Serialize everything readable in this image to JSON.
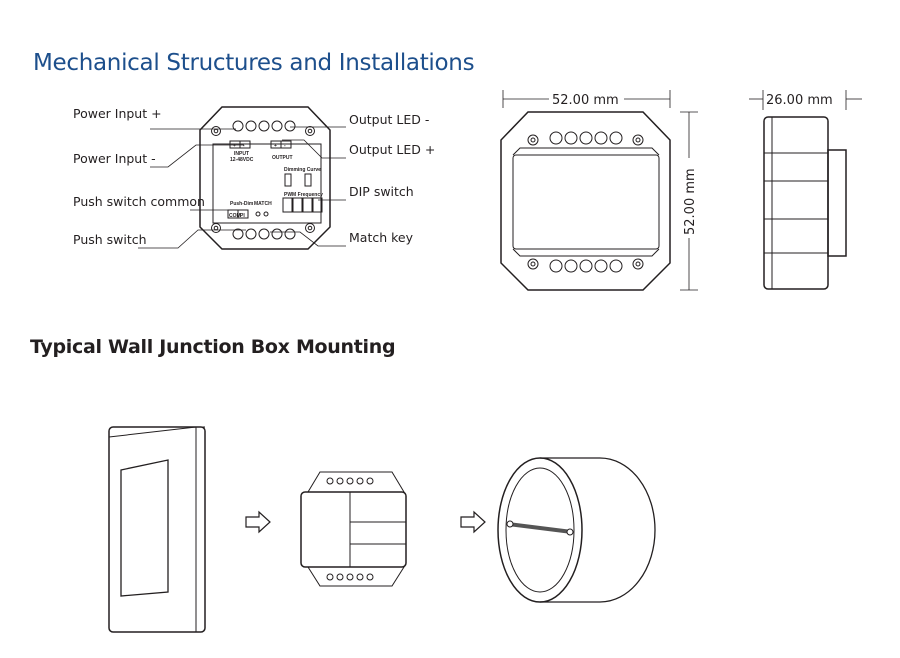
{
  "section1_title": "Mechanical Structures and Installations",
  "section2_title": "Typical Wall Junction Box Mounting",
  "callouts": {
    "power_input_plus": "Power Input +",
    "power_input_minus": "Power Input -",
    "push_switch_common": "Push switch common",
    "push_switch": "Push switch",
    "output_led_minus": "Output LED -",
    "output_led_plus": "Output LED +",
    "dip_switch": "DIP switch",
    "match_key": "Match key"
  },
  "device_labels": {
    "input_plus": "+",
    "input_minus": "-",
    "input": "INPUT",
    "input_voltage": "12-48VDC",
    "output_plus": "+",
    "output_minus": "-",
    "output": "OUTPUT",
    "dimming_curve": "Dimming Curve",
    "push_dim": "Push-Dim",
    "match": "MATCH",
    "com": "COM",
    "pi": "PI",
    "pwm_frequency": "PWM Frequency"
  },
  "dimensions": {
    "front_width": "52.00 mm",
    "front_height": "52.00 mm",
    "side_depth": "26.00 mm"
  },
  "icons": {
    "arrow1": "right-arrow-icon",
    "arrow2": "right-arrow-icon"
  }
}
